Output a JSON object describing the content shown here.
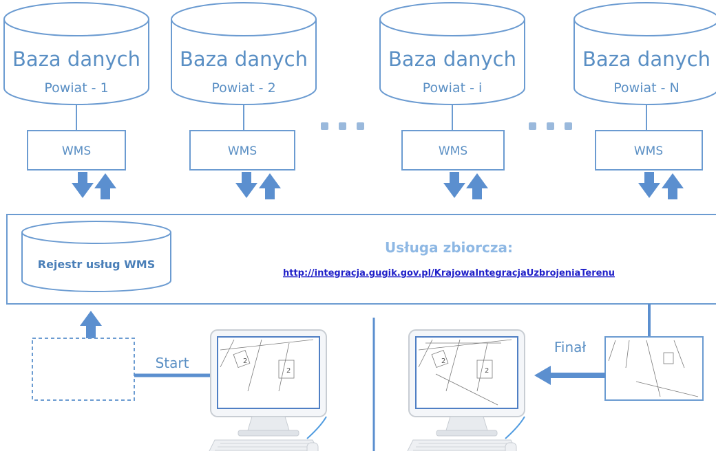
{
  "databases": [
    {
      "title": "Baza danych",
      "subtitle": "Powiat - 1"
    },
    {
      "title": "Baza danych",
      "subtitle": "Powiat - 2"
    },
    {
      "title": "Baza danych",
      "subtitle": "Powiat - i"
    },
    {
      "title": "Baza danych",
      "subtitle": "Powiat - N"
    }
  ],
  "wms_label": "WMS",
  "registry": {
    "label": "Rejestr usług WMS"
  },
  "service": {
    "title": "Usługa zbiorcza:",
    "url": "http://integracja.gugik.gov.pl/KrajowaIntegracjaUzbrojeniaTerenu"
  },
  "flow": {
    "start_label": "Start",
    "final_label": "Finał"
  },
  "map_labels": {
    "parcel_number": "2"
  },
  "colors": {
    "primary": "#5b8fcf",
    "text": "#5a8fc4",
    "link": "#1f1fc8",
    "service_title": "#8eb8e4"
  }
}
